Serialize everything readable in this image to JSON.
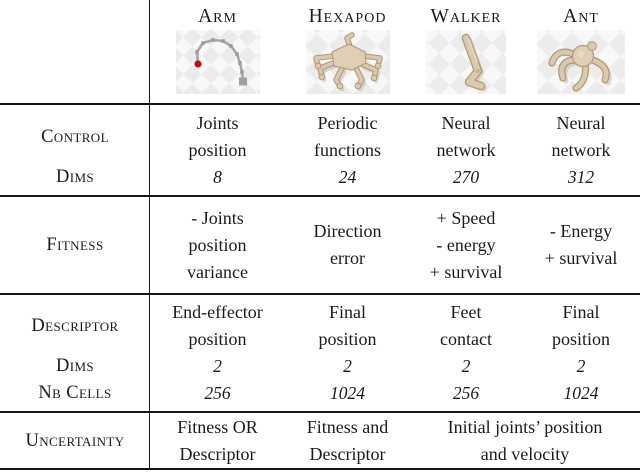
{
  "colors": {
    "text": "#1a1a1a",
    "rule": "#171717",
    "robot_tan": "#dbc9ae",
    "robot_outline": "#b2997a",
    "arm_gray": "#a3a3a3",
    "arm_end_red": "#c00d0d",
    "checker_light": "#f8f8f8",
    "checker_dark": "#ebebeb"
  },
  "header": {
    "columns": [
      {
        "label": "Arm",
        "icon": "arm-robot-icon"
      },
      {
        "label": "Hexapod",
        "icon": "hexapod-robot-icon"
      },
      {
        "label": "Walker",
        "icon": "walker-robot-icon"
      },
      {
        "label": "Ant",
        "icon": "ant-robot-icon"
      }
    ]
  },
  "sections": {
    "control": {
      "label": "Control",
      "dims_label": "Dims",
      "cells": [
        {
          "lines": [
            "Joints",
            "position"
          ],
          "dims": "8"
        },
        {
          "lines": [
            "Periodic",
            "functions"
          ],
          "dims": "24"
        },
        {
          "lines": [
            "Neural",
            "network"
          ],
          "dims": "270"
        },
        {
          "lines": [
            "Neural",
            "network"
          ],
          "dims": "312"
        }
      ]
    },
    "fitness": {
      "label": "Fitness",
      "cells": [
        {
          "lines": [
            "- Joints",
            "position",
            "variance"
          ]
        },
        {
          "lines": [
            "Direction",
            "error"
          ]
        },
        {
          "lines": [
            "+ Speed",
            "- energy",
            "+ survival"
          ]
        },
        {
          "lines": [
            "- Energy",
            "+ survival"
          ]
        }
      ]
    },
    "descriptor": {
      "label": "Descriptor",
      "dims_label": "Dims",
      "nb_cells_label": "Nb Cells",
      "cells": [
        {
          "lines": [
            "End-effector",
            "position"
          ],
          "dims": "2",
          "nb_cells": "256"
        },
        {
          "lines": [
            "Final",
            "position"
          ],
          "dims": "2",
          "nb_cells": "1024"
        },
        {
          "lines": [
            "Feet",
            "contact"
          ],
          "dims": "2",
          "nb_cells": "256"
        },
        {
          "lines": [
            "Final",
            "position"
          ],
          "dims": "2",
          "nb_cells": "1024"
        }
      ]
    },
    "uncertainty": {
      "label": "Uncertainty",
      "cells": [
        {
          "lines": [
            "Fitness OR",
            "Descriptor"
          ]
        },
        {
          "lines": [
            "Fitness and",
            "Descriptor"
          ]
        },
        {
          "lines": [
            "Initial joints’ position",
            "and velocity"
          ]
        }
      ]
    }
  }
}
